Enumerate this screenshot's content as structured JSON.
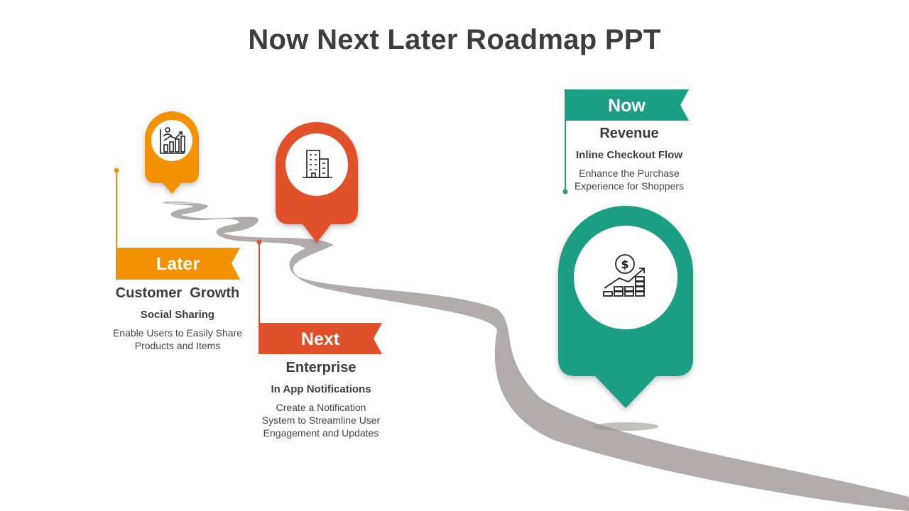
{
  "title": "Now Next Later Roadmap PPT",
  "colors": {
    "later": "#f39200",
    "next": "#e0512a",
    "now": "#1b9e84",
    "road": "#b1acab",
    "text": "#3d3d3d"
  },
  "stages": {
    "later": {
      "label": "Later",
      "heading": "Customer  Growth",
      "subheading": "Social Sharing",
      "description_line1": "Enable Users to Easily Share",
      "description_line2": "Products and Items",
      "icon": "chart-growth-icon"
    },
    "next": {
      "label": "Next",
      "heading": "Enterprise",
      "subheading": "In App Notifications",
      "description_line1": "Create a Notification",
      "description_line2": "System to Streamline User",
      "description_line3": "Engagement and Updates",
      "icon": "building-icon"
    },
    "now": {
      "label": "Now",
      "heading": "Revenue",
      "subheading": "Inline Checkout Flow",
      "description_line1": "Enhance the Purchase",
      "description_line2": "Experience for Shoppers",
      "icon": "money-growth-icon"
    }
  }
}
